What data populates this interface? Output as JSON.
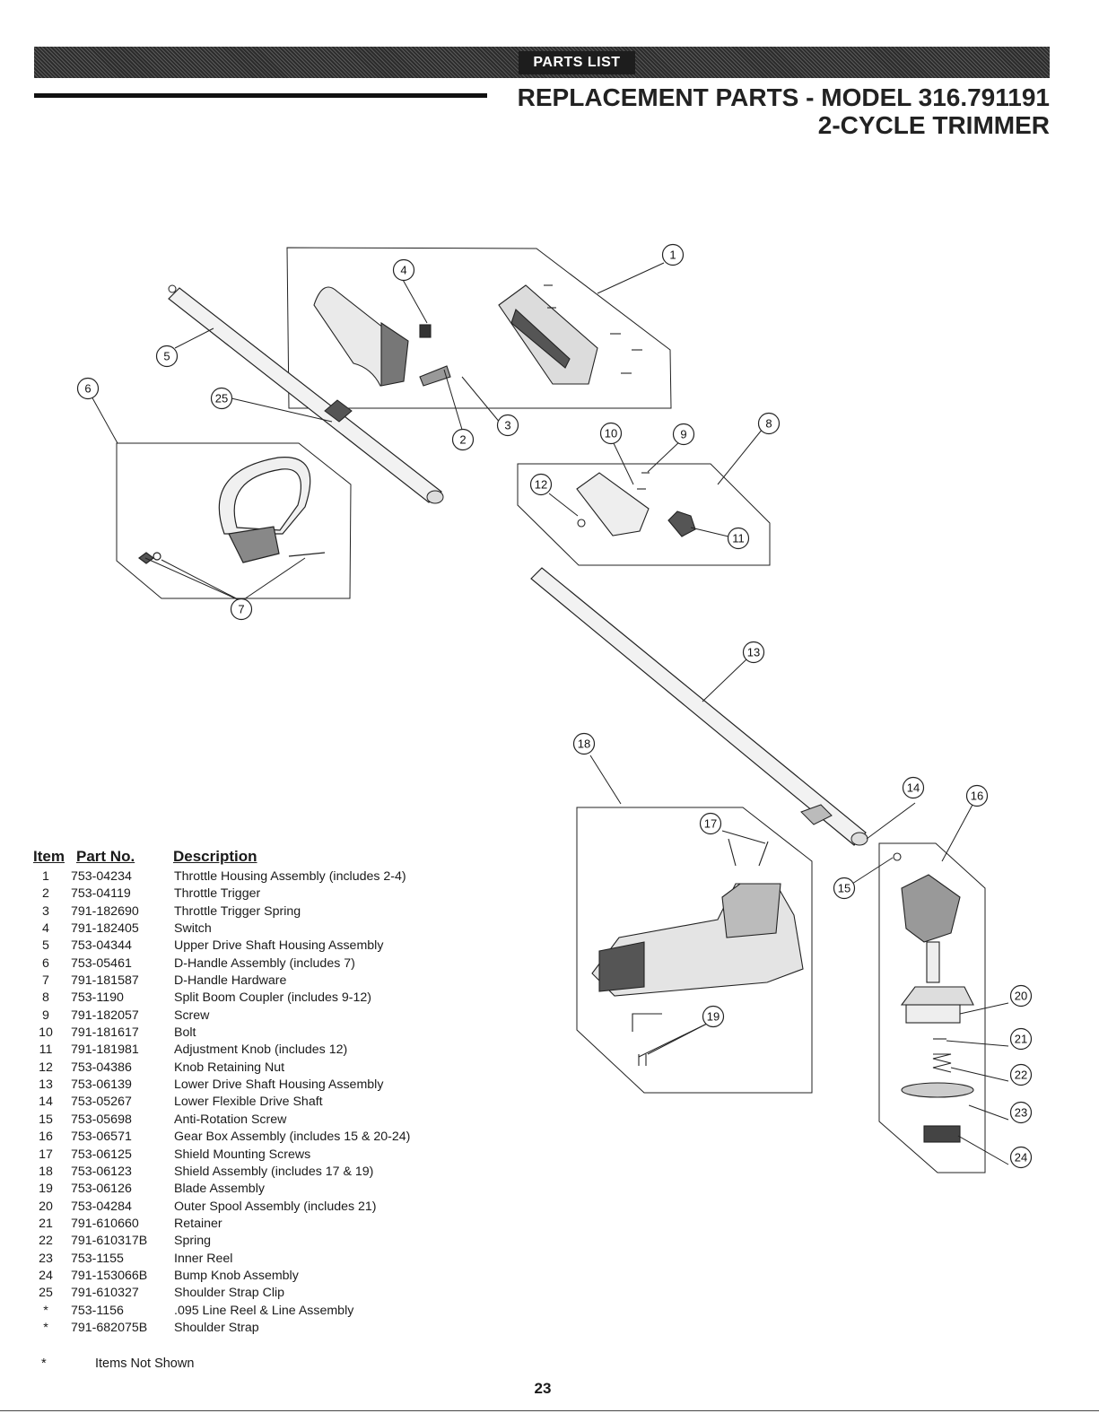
{
  "banner": {
    "label": "PARTS LIST"
  },
  "heading": {
    "line1": "REPLACEMENT PARTS - MODEL 316.791191",
    "line2": "2-CYCLE TRIMMER"
  },
  "callouts": [
    "1",
    "2",
    "3",
    "4",
    "5",
    "6",
    "7",
    "8",
    "9",
    "10",
    "11",
    "12",
    "13",
    "14",
    "15",
    "16",
    "17",
    "18",
    "19",
    "20",
    "21",
    "22",
    "23",
    "24",
    "25"
  ],
  "parts_table": {
    "headers": {
      "item": "Item",
      "part_no": "Part No.",
      "description": "Description"
    },
    "rows": [
      {
        "item": "1",
        "part_no": "753-04234",
        "description": "Throttle Housing Assembly (includes 2-4)"
      },
      {
        "item": "2",
        "part_no": "753-04119",
        "description": "Throttle Trigger"
      },
      {
        "item": "3",
        "part_no": "791-182690",
        "description": "Throttle Trigger Spring"
      },
      {
        "item": "4",
        "part_no": "791-182405",
        "description": "Switch"
      },
      {
        "item": "5",
        "part_no": "753-04344",
        "description": "Upper Drive Shaft Housing Assembly"
      },
      {
        "item": "6",
        "part_no": "753-05461",
        "description": "D-Handle Assembly (includes 7)"
      },
      {
        "item": "7",
        "part_no": "791-181587",
        "description": "D-Handle Hardware"
      },
      {
        "item": "8",
        "part_no": "753-1190",
        "description": "Split Boom Coupler (includes 9-12)"
      },
      {
        "item": "9",
        "part_no": "791-182057",
        "description": "Screw"
      },
      {
        "item": "10",
        "part_no": "791-181617",
        "description": "Bolt"
      },
      {
        "item": "11",
        "part_no": "791-181981",
        "description": "Adjustment Knob (includes 12)"
      },
      {
        "item": "12",
        "part_no": "753-04386",
        "description": "Knob Retaining Nut"
      },
      {
        "item": "13",
        "part_no": "753-06139",
        "description": "Lower Drive Shaft Housing Assembly"
      },
      {
        "item": "14",
        "part_no": "753-05267",
        "description": "Lower Flexible Drive Shaft"
      },
      {
        "item": "15",
        "part_no": "753-05698",
        "description": "Anti-Rotation Screw"
      },
      {
        "item": "16",
        "part_no": "753-06571",
        "description": "Gear Box Assembly (includes 15 & 20-24)"
      },
      {
        "item": "17",
        "part_no": "753-06125",
        "description": "Shield Mounting Screws"
      },
      {
        "item": "18",
        "part_no": "753-06123",
        "description": "Shield Assembly (includes 17 & 19)"
      },
      {
        "item": "19",
        "part_no": "753-06126",
        "description": "Blade Assembly"
      },
      {
        "item": "20",
        "part_no": "753-04284",
        "description": "Outer Spool Assembly (includes 21)"
      },
      {
        "item": "21",
        "part_no": "791-610660",
        "description": "Retainer"
      },
      {
        "item": "22",
        "part_no": "791-610317B",
        "description": "Spring"
      },
      {
        "item": "23",
        "part_no": "753-1155",
        "description": "Inner Reel"
      },
      {
        "item": "24",
        "part_no": "791-153066B",
        "description": "Bump Knob Assembly"
      },
      {
        "item": "25",
        "part_no": "791-610327",
        "description": "Shoulder Strap Clip"
      },
      {
        "item": "*",
        "part_no": "753-1156",
        "description": ".095 Line Reel & Line Assembly"
      },
      {
        "item": "*",
        "part_no": "791-682075B",
        "description": "Shoulder Strap"
      }
    ]
  },
  "footnote": {
    "marker": "*",
    "text": "Items Not Shown"
  },
  "page_number": "23"
}
